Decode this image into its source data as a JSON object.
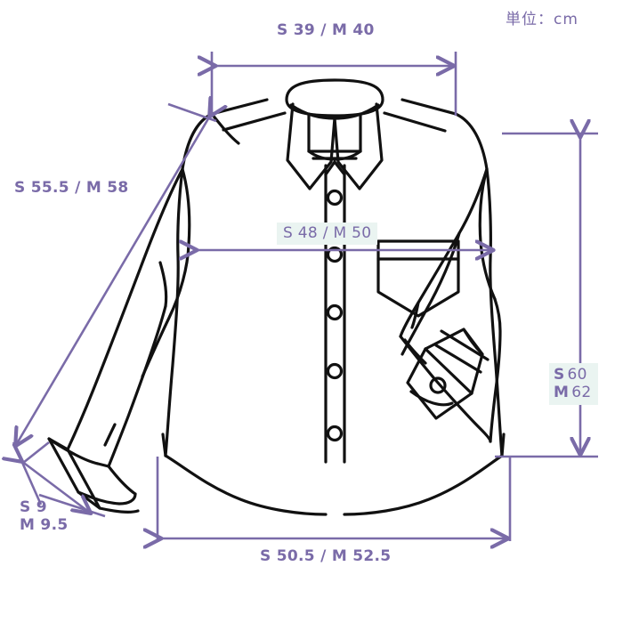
{
  "diagram": {
    "title_note": "単位：cm",
    "unit": "cm",
    "garment": "long-sleeve-shirt",
    "line_color": "#7a6ba8",
    "outline_color": "#000000",
    "highlight_color": "#eaf4f1"
  },
  "measurements": {
    "shoulder": {
      "label": "S 39 / M 40",
      "name": "shoulder-width",
      "s": 39,
      "m": 40
    },
    "sleeve": {
      "label": "S 55.5 / M 58",
      "name": "sleeve-length",
      "s": 55.5,
      "m": 58
    },
    "chest": {
      "label": "S 48 / M 50",
      "name": "chest-width",
      "s": 48,
      "m": 50
    },
    "length": {
      "label": "S 60 / M 62",
      "name": "body-length",
      "line1_prefix": "S",
      "line1_value": "60",
      "line2_prefix": "M",
      "line2_value": "62",
      "s": 60,
      "m": 62
    },
    "cuff": {
      "label": "S 9 / M 9.5",
      "name": "cuff-width",
      "line1": "S 9",
      "line2": "M 9.5",
      "s": 9,
      "m": 9.5
    },
    "hem": {
      "label": "S 50.5 / M 52.5",
      "name": "hem-width",
      "s": 50.5,
      "m": 52.5
    }
  }
}
